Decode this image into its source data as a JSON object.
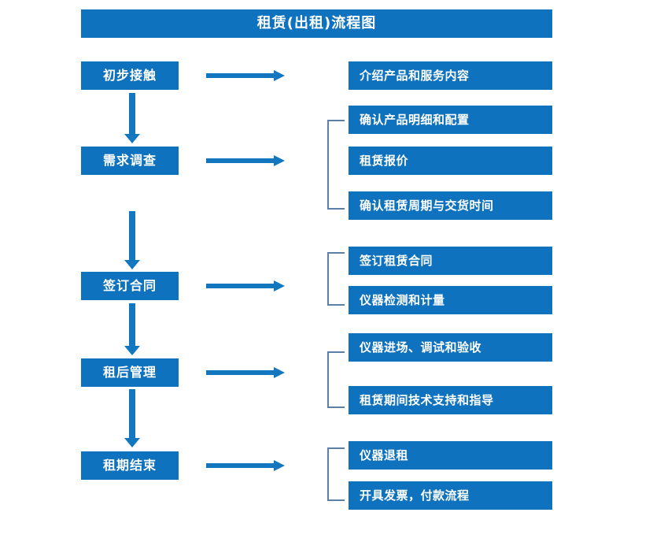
{
  "chart_data": {
    "type": "diagram",
    "title": "租赁(出租)流程图",
    "stages": [
      {
        "label": "初步接触",
        "details": [
          "介绍产品和服务内容"
        ],
        "bracketed": false
      },
      {
        "label": "需求调查",
        "details": [
          "确认产品明细和配置",
          "租赁报价",
          "确认租赁周期与交货时间"
        ],
        "bracketed": true
      },
      {
        "label": "签订合同",
        "details": [
          "签订租赁合同",
          "仪器检测和计量"
        ],
        "bracketed": true
      },
      {
        "label": "租后管理",
        "details": [
          "仪器进场、调试和验收",
          "租赁期间技术支持和指导"
        ],
        "bracketed": true
      },
      {
        "label": "租期结束",
        "details": [
          "仪器退租",
          "开具发票，付款流程"
        ],
        "bracketed": true
      }
    ]
  },
  "title": {
    "text": "租赁(出租)流程图"
  },
  "stages": [
    {
      "label": "初步接触"
    },
    {
      "label": "需求调查"
    },
    {
      "label": "签订合同"
    },
    {
      "label": "租后管理"
    },
    {
      "label": "租期结束"
    }
  ],
  "details": {
    "d0": "介绍产品和服务内容",
    "d1": "确认产品明细和配置",
    "d2": "租赁报价",
    "d3": "确认租赁周期与交货时间",
    "d4": "签订租赁合同",
    "d5": "仪器检测和计量",
    "d6": "仪器进场、调试和验收",
    "d7": "租赁期间技术支持和指导",
    "d8": "仪器退租",
    "d9": "开具发票，付款流程"
  },
  "colors": {
    "box_fill": "#0F72BE",
    "box_text": "#FFFFFF",
    "arrow": "#1277BE",
    "bracket": "#5B7FA6",
    "background": "#FFFFFF"
  }
}
